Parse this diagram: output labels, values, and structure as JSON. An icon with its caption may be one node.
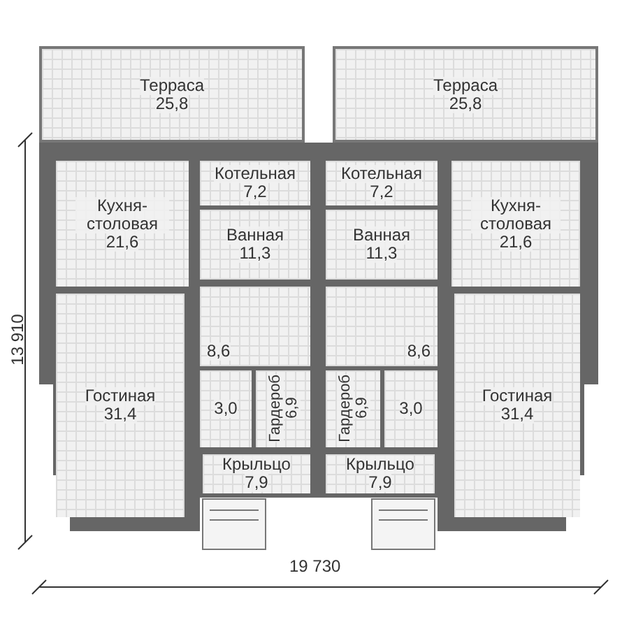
{
  "diagram": {
    "nodes": [
      {
        "text": [
          "Терраса",
          "25,8"
        ]
      },
      {
        "text": [
          "Терраса",
          "25,8"
        ]
      },
      {
        "text": [
          "Кухня-столовая",
          "21,6"
        ]
      },
      {
        "text": [
          "Котельная",
          "7,2"
        ]
      },
      {
        "text": [
          "Котельная",
          "7,2"
        ]
      },
      {
        "text": [
          "Кухня-столовая",
          "21,6"
        ]
      },
      {
        "text": [
          "Ванная",
          "11,3"
        ]
      },
      {
        "text": [
          "Ванная",
          "11,3"
        ]
      },
      {
        "text": [
          "Гостиная",
          "31,4"
        ]
      },
      {
        "text": [
          "8,6"
        ]
      },
      {
        "text": [
          "8,6"
        ]
      },
      {
        "text": [
          "Гостиная",
          "31,4"
        ]
      },
      {
        "text": [
          "Гардероб",
          "6,9"
        ]
      },
      {
        "text": [
          "Гардероб",
          "6,9"
        ]
      },
      {
        "text": [
          "3,0"
        ]
      },
      {
        "text": [
          "3,0"
        ]
      },
      {
        "text": [
          "Крыльцо",
          "7,9"
        ]
      },
      {
        "text": [
          "Крыльцо",
          "7,9"
        ]
      }
    ],
    "labels": [
      "13 910",
      "19 730"
    ]
  }
}
